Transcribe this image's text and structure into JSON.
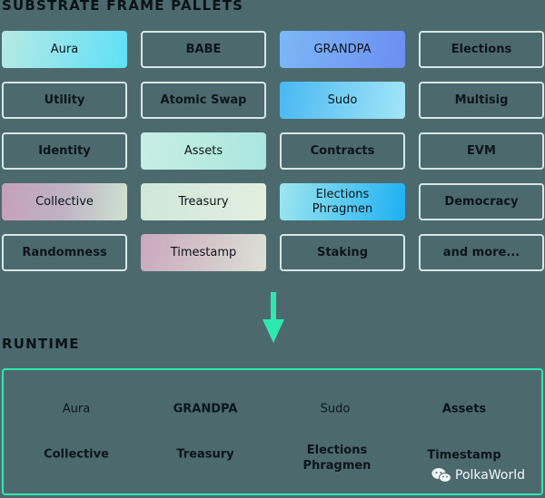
{
  "pallets": {
    "title": "SUBSTRATE FRAME PALLETS",
    "items": [
      {
        "label": "Aura",
        "style": "g-aqua"
      },
      {
        "label": "BABE",
        "style": "outline"
      },
      {
        "label": "GRANDPA",
        "style": "g-blue"
      },
      {
        "label": "Elections",
        "style": "outline"
      },
      {
        "label": "Utility",
        "style": "outline"
      },
      {
        "label": "Atomic Swap",
        "style": "outline"
      },
      {
        "label": "Sudo",
        "style": "g-sky"
      },
      {
        "label": "Multisig",
        "style": "outline"
      },
      {
        "label": "Identity",
        "style": "outline"
      },
      {
        "label": "Assets",
        "style": "g-mint"
      },
      {
        "label": "Contracts",
        "style": "outline"
      },
      {
        "label": "EVM",
        "style": "outline"
      },
      {
        "label": "Collective",
        "style": "g-rose"
      },
      {
        "label": "Treasury",
        "style": "g-cream"
      },
      {
        "label": "Elections Phragmen",
        "style": "g-cyan"
      },
      {
        "label": "Democracy",
        "style": "outline"
      },
      {
        "label": "Randomness",
        "style": "outline"
      },
      {
        "label": "Timestamp",
        "style": "g-dust"
      },
      {
        "label": "Staking",
        "style": "outline"
      },
      {
        "label": "and more...",
        "style": "outline"
      }
    ]
  },
  "runtime": {
    "title": "RUNTIME",
    "items": [
      {
        "label": "Aura"
      },
      {
        "label": "GRANDPA"
      },
      {
        "label": "Sudo"
      },
      {
        "label": "Assets"
      },
      {
        "label": "Collective"
      },
      {
        "label": "Treasury"
      },
      {
        "label": "Elections Phragmen"
      },
      {
        "label": "Timestamp"
      }
    ]
  },
  "watermark": {
    "text": "PolkaWorld",
    "icon": "wechat-icon"
  },
  "colors": {
    "background": "#4c6a6e",
    "arrow": "#2ee8b0",
    "runtime_border": "#2ee8b0",
    "outline_border": "#d8e6e6",
    "text": "#0d1519"
  }
}
